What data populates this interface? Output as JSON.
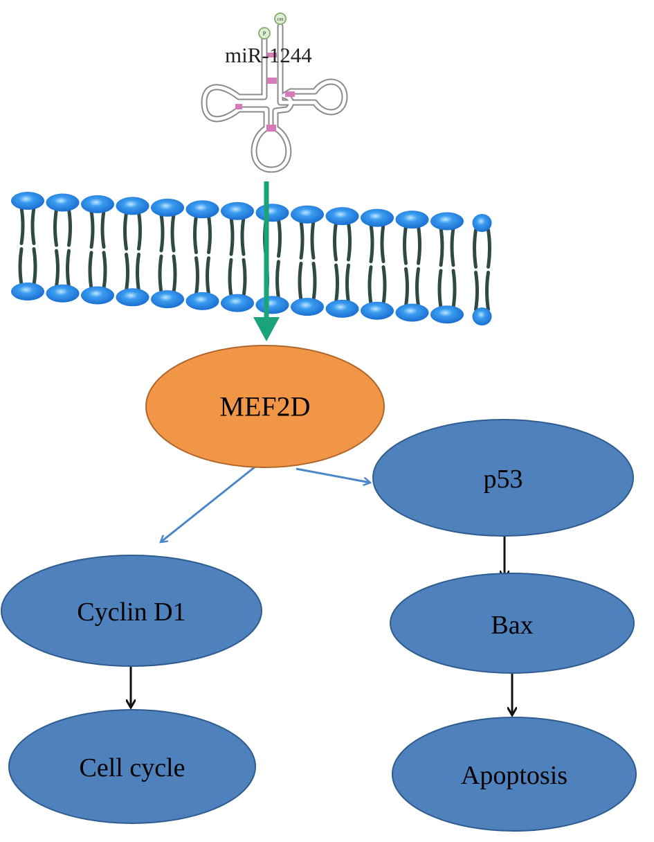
{
  "diagram": {
    "title": "miR-1244 / MEF2D signaling pathway",
    "mirna": {
      "label": "miR-1244",
      "phosphate_label": "P",
      "hydroxyl_label": "OH"
    },
    "membrane": {
      "description": "lipid bilayer"
    },
    "nodes": [
      {
        "id": "mef2d",
        "label": "MEF2D",
        "color": "#F19647"
      },
      {
        "id": "p53",
        "label": "p53",
        "color": "#4F81BD"
      },
      {
        "id": "cyclin_d1",
        "label": "Cyclin D1",
        "color": "#4F81BD"
      },
      {
        "id": "bax",
        "label": "Bax",
        "color": "#4F81BD"
      },
      {
        "id": "cell_cycle",
        "label": "Cell cycle",
        "color": "#4F81BD"
      },
      {
        "id": "apoptosis",
        "label": "Apoptosis",
        "color": "#4F81BD"
      }
    ],
    "edges": [
      {
        "from": "mirna",
        "to": "mef2d",
        "color": "#1AA37A"
      },
      {
        "from": "mef2d",
        "to": "p53",
        "color": "#4A86C8"
      },
      {
        "from": "mef2d",
        "to": "cyclin_d1",
        "color": "#4A86C8"
      },
      {
        "from": "p53",
        "to": "bax",
        "color": "#111111"
      },
      {
        "from": "cyclin_d1",
        "to": "cell_cycle",
        "color": "#111111"
      },
      {
        "from": "bax",
        "to": "apoptosis",
        "color": "#111111"
      }
    ],
    "colors": {
      "lipid_head": "#2E86DE",
      "lipid_tail": "#2F4A44",
      "rna_outline": "#8A8A8A",
      "rna_basepair": "#D77BB8",
      "node_stroke": "#2F5C8F",
      "mef2d_stroke": "#B0662A"
    }
  }
}
